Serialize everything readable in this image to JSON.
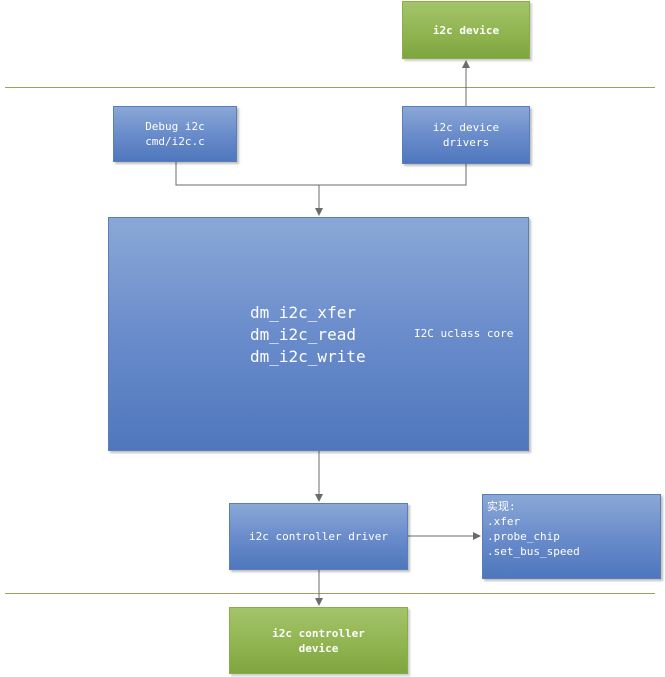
{
  "nodes": {
    "i2c_device": "i2c device",
    "debug_i2c": [
      "Debug i2c",
      "cmd/i2c.c"
    ],
    "i2c_device_drivers": [
      "i2c device",
      "drivers"
    ],
    "uclass_core_functions": [
      "dm_i2c_xfer",
      "dm_i2c_read",
      "dm_i2c_write"
    ],
    "uclass_core_label": "I2C uclass core",
    "i2c_controller_driver": "i2c controller driver",
    "implementation": [
      "实现:",
      ".xfer",
      ".probe_chip",
      ".set_bus_speed"
    ],
    "i2c_controller_device": [
      "i2c controller",
      "device"
    ]
  },
  "colors": {
    "blue_box": "#6a8ccb",
    "green_box": "#8fb34f",
    "separator_line": "#9aa35a",
    "connector": "#6b6b6b"
  }
}
